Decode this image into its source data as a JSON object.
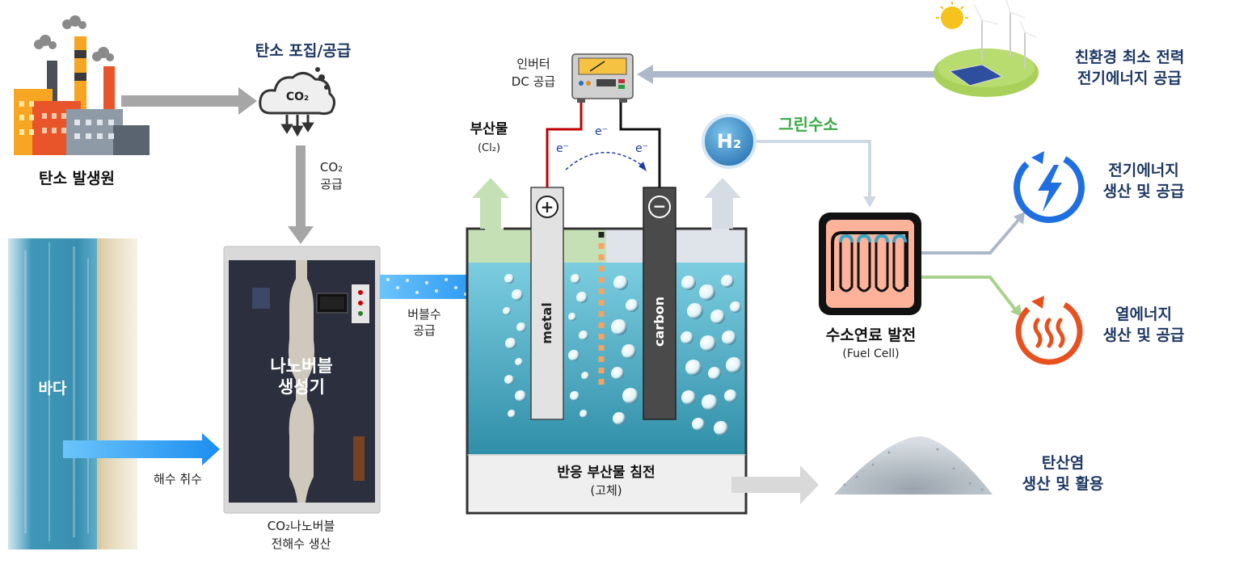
{
  "labels": {
    "carbon_source": "탄소 발생원",
    "carbon_capture": "탄소 포집/공급",
    "co2_cloud": "CO₂",
    "co2_supply_1": "CO₂",
    "co2_supply_2": "공급",
    "sea": "바다",
    "seawater_intake": "해수 취수",
    "generator_1": "나노버블",
    "generator_2": "생성기",
    "generator_caption_1": "CO₂나노버블",
    "generator_caption_2": "전해수 생산",
    "bubble_water_1": "버블수",
    "bubble_water_2": "공급",
    "inverter_1": "인버터",
    "inverter_2": "DC 공급",
    "byproduct": "부산물",
    "byproduct_sub": "(Cl₂)",
    "electron": "e⁻",
    "electrode_metal": "metal",
    "electrode_carbon": "carbon",
    "plus_sign": "+",
    "minus_sign": "−",
    "h2": "H₂",
    "green_hydrogen": "그린수소",
    "precipitate_1": "반응 부산물 침전",
    "precipitate_2": "(고체)",
    "renewable_1": "친환경 최소 전력",
    "renewable_2": "전기에너지 공급",
    "fuel_cell": "수소연료 발전",
    "fuel_cell_sub": "(Fuel Cell)",
    "electric_1": "전기에너지",
    "electric_2": "생산 및 공급",
    "heat_1": "열에너지",
    "heat_2": "생산 및 공급",
    "carbonate_1": "탄산염",
    "carbonate_2": "생산 및 활용"
  },
  "colors": {
    "navy": "#1f3864",
    "green": "#3aa843",
    "blue_arrow": "#2a9df4",
    "grey_arrow": "#a6a6a6",
    "tank_water": "#4fa8bf"
  }
}
